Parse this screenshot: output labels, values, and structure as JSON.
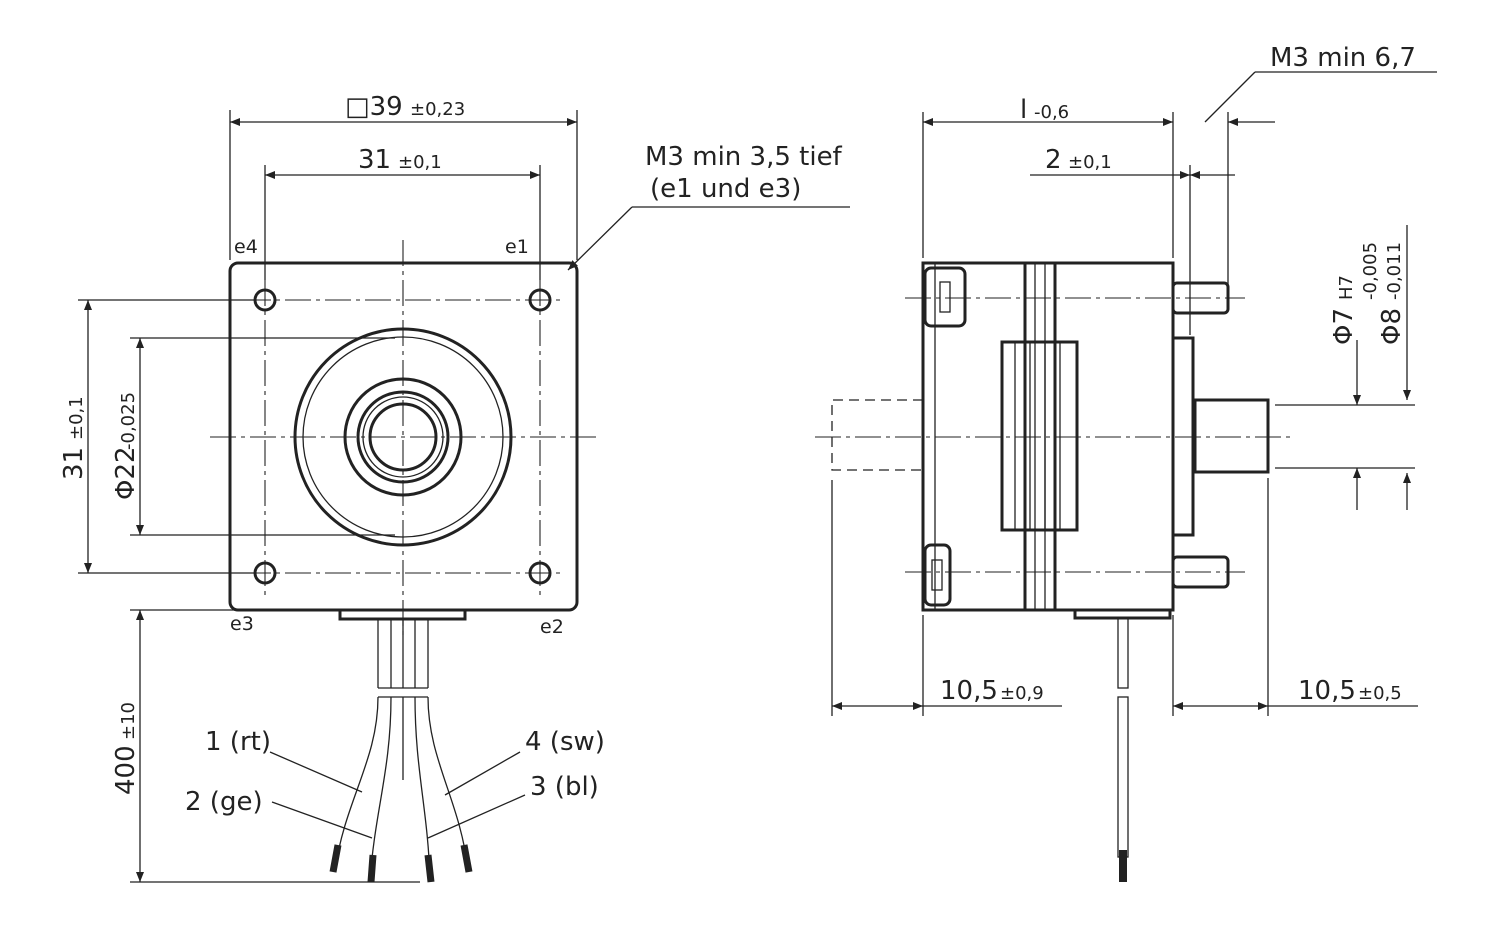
{
  "front_view": {
    "dim_square": {
      "main": "□39",
      "tol": "±0,23"
    },
    "dim_hole_spacing_h": {
      "main": "31",
      "tol": "±0,1"
    },
    "dim_hole_spacing_v": {
      "main": "31",
      "tol": "±0,1"
    },
    "dim_diameter": {
      "main": "Φ22",
      "tol": "-0,025"
    },
    "dim_cable_length": {
      "main": "400",
      "tol": "±10"
    },
    "thread_note": {
      "line1": "M3 min 3,5 tief",
      "line2": "(e1 und e3)"
    },
    "corner_labels": [
      "e4",
      "e1",
      "e3",
      "e2"
    ],
    "wires": [
      "1 (rt)",
      "2 (ge)",
      "4 (sw)",
      "3 (bl)"
    ]
  },
  "side_view": {
    "dim_length": {
      "main": "l",
      "tol": "-0,6"
    },
    "thread_note": "M3 min 6,7",
    "dim_pin": {
      "main": "2",
      "tol": "±0,1"
    },
    "dim_bore": {
      "main": "Φ7",
      "tol": "H7"
    },
    "dim_shaft": {
      "main": "Φ8",
      "tol_upper": "-0,005",
      "tol_lower": "-0,011"
    },
    "dim_left_shaft": {
      "main": "10,5",
      "tol": "±0,9"
    },
    "dim_right_shaft": {
      "main": "10,5",
      "tol": "±0,5"
    }
  }
}
